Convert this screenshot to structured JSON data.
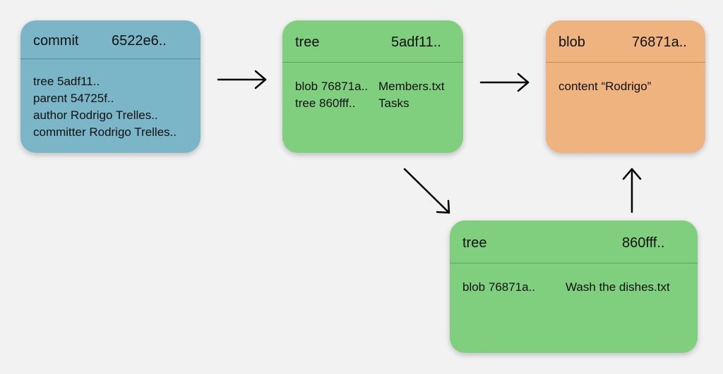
{
  "nodes": {
    "commit": {
      "type": "commit",
      "hash": "6522e6..",
      "lines": [
        "tree 5adf11..",
        "parent 54725f..",
        "author Rodrigo Trelles..",
        "committer Rodrigo Trelles.."
      ]
    },
    "tree_root": {
      "type": "tree",
      "hash": "5adf11..",
      "entries": [
        {
          "ref": "blob 76871a..",
          "name": "Members.txt"
        },
        {
          "ref": "tree 860fff..",
          "name": "Tasks"
        }
      ]
    },
    "blob": {
      "type": "blob",
      "hash": "76871a..",
      "content": "content “Rodrigo”"
    },
    "tree_tasks": {
      "type": "tree",
      "hash": "860fff..",
      "entries": [
        {
          "ref": "blob 76871a..",
          "name": "Wash the dishes.txt"
        }
      ]
    }
  },
  "colors": {
    "commit": "#7ab6c7",
    "tree": "#7fcf7f",
    "blob": "#efb37f",
    "background": "#f2f2f2",
    "arrow": "#000000"
  }
}
